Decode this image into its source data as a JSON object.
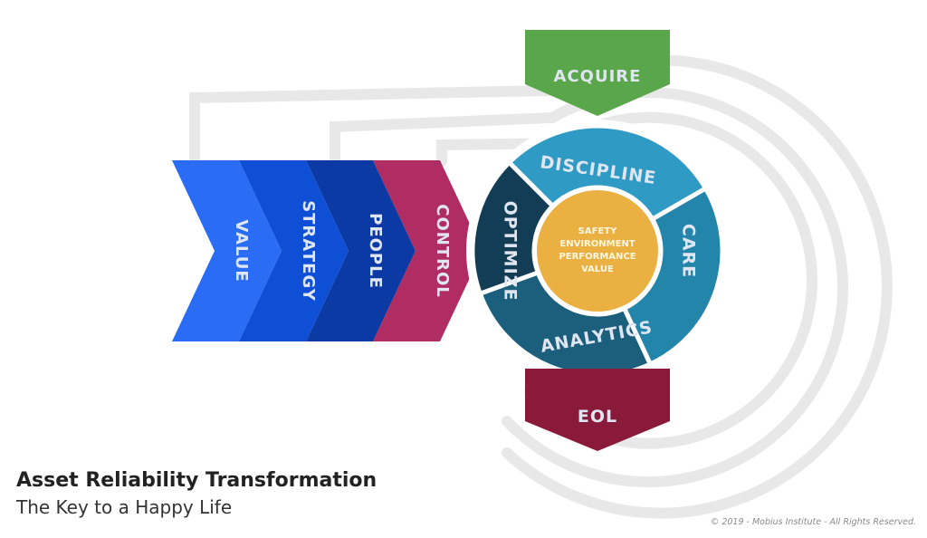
{
  "chevrons": [
    {
      "label": "VALUE",
      "color": "#2a6df4"
    },
    {
      "label": "STRATEGY",
      "color": "#0f4fd6"
    },
    {
      "label": "PEOPLE",
      "color": "#0c3aa4"
    },
    {
      "label": "CONTROL",
      "color": "#b02d63"
    }
  ],
  "top_arrow": {
    "label": "ACQUIRE",
    "color": "#5aa64a"
  },
  "bottom_arrow": {
    "label": "EOL",
    "color": "#8a1a3a"
  },
  "wheel_segments": [
    {
      "label": "DISCIPLINE",
      "color": "#2f9bc4"
    },
    {
      "label": "CARE",
      "color": "#2485ab"
    },
    {
      "label": "ANALYTICS",
      "color": "#1c5f7c"
    },
    {
      "label": "OPTIMIZE",
      "color": "#133c55"
    }
  ],
  "center": {
    "lines": [
      "SAFETY",
      "ENVIRONMENT",
      "PERFORMANCE",
      "VALUE"
    ],
    "color": "#eab042"
  },
  "title": "Asset Reliability Transformation",
  "subtitle": "The Key to a Happy Life",
  "copyright": "© 2019 - Mobius Institute - All Rights Reserved."
}
